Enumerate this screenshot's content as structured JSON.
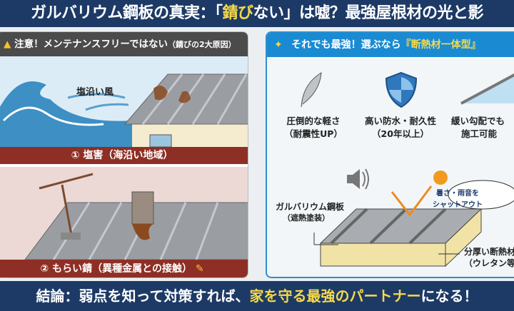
{
  "title": {
    "pre": "ガルバリウム鋼板の真実：「",
    "highlight": "錆び",
    "post": "ない」は嘘？最強屋根材の光と影"
  },
  "left": {
    "header": "注意！メンテナンスフリーではない",
    "header_note": "（錆びの2大原因）",
    "wind_label": "塩沿い風",
    "cause1": "① 塩害（海沿い地域）",
    "cause2": "② もらい錆（異種金属との接触）"
  },
  "right": {
    "header_pre": "それでも最強！選ぶなら",
    "header_highlight": "『断熱材一体型』",
    "features": [
      {
        "title": "圧倒的な軽さ",
        "sub": "（耐震性UP）",
        "icon": "feather-icon"
      },
      {
        "title": "高い防水・耐久性",
        "sub": "（20年以上）",
        "icon": "shield-icon"
      },
      {
        "title": "緩い勾配でも",
        "sub": "施工可能",
        "icon": "slope-icon"
      }
    ],
    "steel_label": "ガルバリウム鋼板",
    "steel_sub": "（遮熱塗装）",
    "bubble_line1": "暑さ・雨音を",
    "bubble_line2": "シャットアウト",
    "insul_label": "分厚い断熱材",
    "insul_sub": "（ウレタン等）"
  },
  "bottom": {
    "pre": "結論：弱点を知って対策すれば、",
    "highlight": "家を守る最強のパートナー",
    "post": "になる！"
  },
  "colors": {
    "navy": "#1d3a66",
    "yellow": "#f6d94a",
    "rust": "#8e2f25",
    "blue": "#1a8bd3"
  }
}
